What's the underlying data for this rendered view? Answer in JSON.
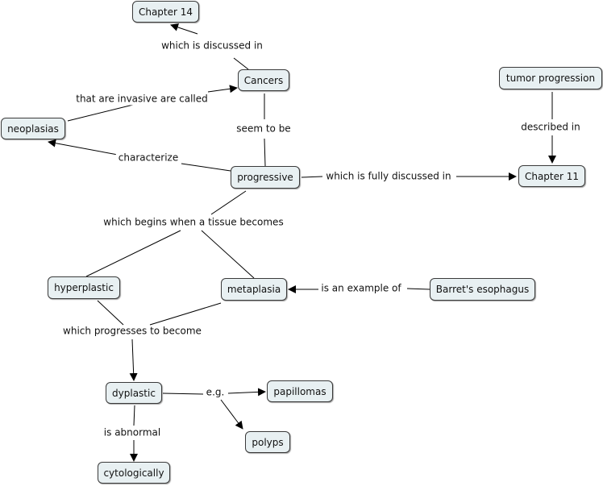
{
  "concepts": {
    "chapter14": "Chapter 14",
    "cancers": "Cancers",
    "neoplasias": "neoplasias",
    "progressive": "progressive",
    "tumor_progression": "tumor progression",
    "chapter11": "Chapter 11",
    "hyperplastic": "hyperplastic",
    "metaplasia": "metaplasia",
    "barrets": "Barret's esophagus",
    "dyplastic": "dyplastic",
    "papillomas": "papillomas",
    "polyps": "polyps",
    "cytologically": "cytologically"
  },
  "links": {
    "discussed_in": "which is discussed in",
    "invasive_called": "that are invasive are called",
    "seem_to_be": "seem to be",
    "characterize": "characterize",
    "fully_discussed": "which is fully discussed in",
    "described_in": "described in",
    "begins_when": "which begins when a tissue becomes",
    "example_of": "is an example of",
    "progresses_to": "which progresses to become",
    "eg": "e.g.",
    "is_abnormal": "is abnormal"
  }
}
